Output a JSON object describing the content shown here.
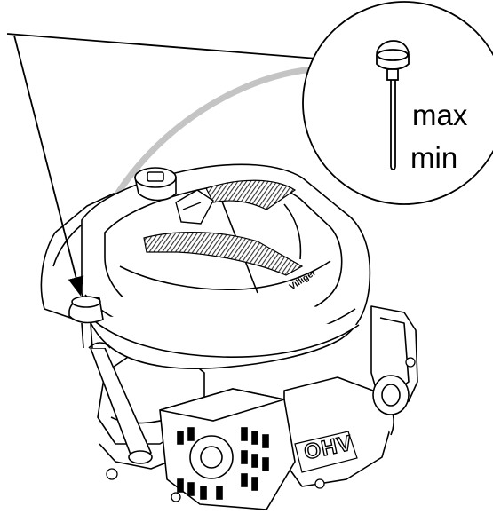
{
  "labels": {
    "max": "max",
    "min": "min",
    "brand": "Villiger",
    "engine_badge": "OHV"
  },
  "colors": {
    "line": "#000000",
    "fill": "#ffffff",
    "callout_arc": "#bdbdbd",
    "vent_hatch": "#3a3a3a"
  },
  "icons": {
    "dipstick": "dipstick-icon",
    "oil_filler_cap": "oil-cap-icon"
  }
}
